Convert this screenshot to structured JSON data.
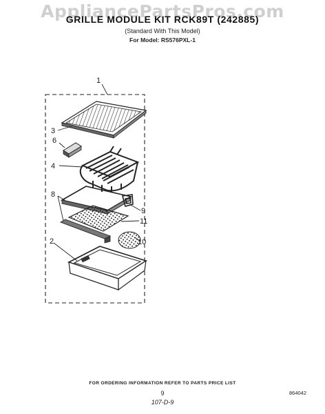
{
  "watermark": "AppliancePartsPros.com",
  "header": {
    "title": "GRILLE MODULE KIT RCK89T (242885)",
    "subtitle": "(Standard With This Model)",
    "model": "For Model: RS576PXL-1"
  },
  "callouts": [
    "1",
    "3",
    "6",
    "4",
    "8",
    "9",
    "11",
    "2",
    "10"
  ],
  "footer": {
    "note": "FOR ORDERING INFORMATION REFER TO PARTS PRICE LIST",
    "page_number": "9",
    "doc_code": "107-D-9",
    "ref_number": "864042"
  }
}
